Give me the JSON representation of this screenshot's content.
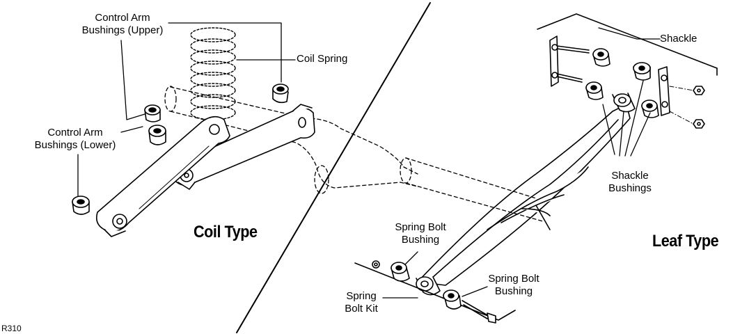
{
  "labels": {
    "control_arm_upper": "Control Arm\nBushings (Upper)",
    "coil_spring": "Coil Spring",
    "control_arm_lower": "Control Arm\nBushings (Lower)",
    "coil_type": "Coil Type",
    "shackle": "Shackle",
    "shackle_bushings": "Shackle\nBushings",
    "leaf_type": "Leaf Type",
    "spring_bolt_bushing_upper": "Spring Bolt\nBushing",
    "spring_bolt_bushing_lower": "Spring Bolt\nBushing",
    "spring_bolt_kit": "Spring\nBolt Kit",
    "figure_code": "R310"
  }
}
